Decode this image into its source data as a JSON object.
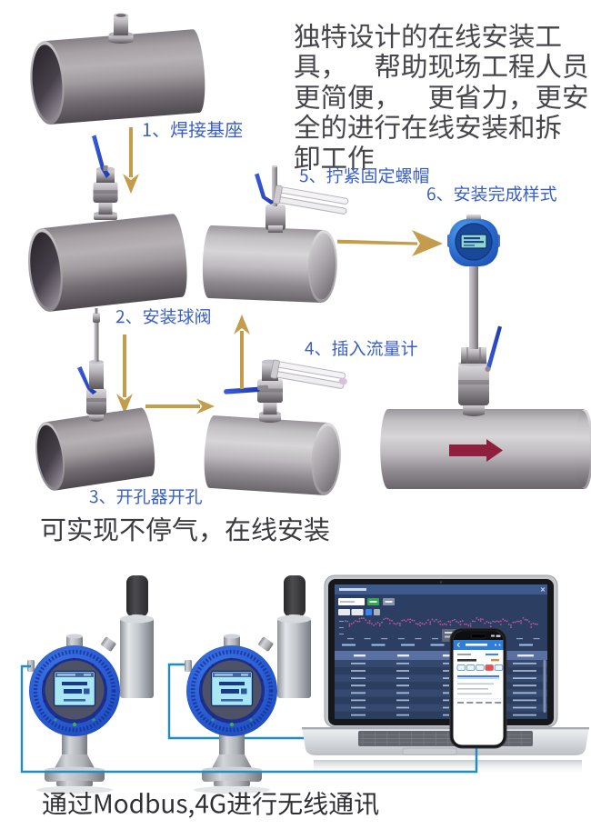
{
  "intro": {
    "lines": [
      "独特设计的在线安装工",
      "具，　帮助现场工程人员",
      "更简便，　更省力，更安",
      "全的进行在线安装和拆",
      "卸工作"
    ],
    "full_text": "独特设计的在线安装工具，　帮助现场工程人员更简便，　更省力，更安全的进行在线安装和拆卸工作"
  },
  "steps": [
    {
      "id": 1,
      "label": "1、焊接基座"
    },
    {
      "id": 2,
      "label": "2、安装球阀"
    },
    {
      "id": 3,
      "label": "3、开孔器开孔"
    },
    {
      "id": 4,
      "label": "4、插入流量计"
    },
    {
      "id": 5,
      "label": "5、拧紧固定螺帽"
    },
    {
      "id": 6,
      "label": "6、安装完成样式"
    }
  ],
  "mid_heading": {
    "text": "可实现不停气，在线安装"
  },
  "bottom_caption": {
    "text": "通过Modbus,4G进行无线通讯"
  },
  "colors": {
    "step_label_blue": "#3a5fc4",
    "arrow_gold": "#c39d4b",
    "body_text": "#45454b",
    "wire_blue": "#1f8dc0",
    "device_blue": "#2f66cf",
    "flow_arrow_red": "#8e1f3e",
    "lcd_cyan": "#a2e4f2",
    "laptop_screen_navy": "#2c3f63",
    "phone_header_blue": "#2e7ed8",
    "button_green": "#34a853",
    "chart_dot_pink": "#d357a0",
    "valve_handle_blue": "#2a4fd0"
  }
}
